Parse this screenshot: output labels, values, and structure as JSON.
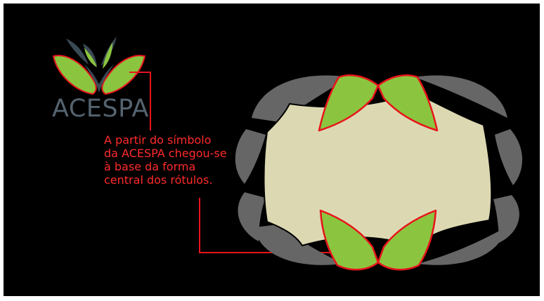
{
  "logo": {
    "name": "ACESPA",
    "colors": {
      "leaf_green": "#8bc53f",
      "leaf_dark": "#3a4a55",
      "text": "#54636f"
    }
  },
  "annotation": {
    "lines": [
      "A partir do símbolo",
      "da ACESPA chegou-se",
      "à base da forma",
      "central dos rótulos."
    ],
    "color": "#ff2b2b"
  },
  "label_shape": {
    "center_fill": "#dcd9b2",
    "petal_fill": "#666666",
    "leaf_fill": "#8bc53f",
    "outline_color": "#e8141b",
    "background": "#000000"
  }
}
